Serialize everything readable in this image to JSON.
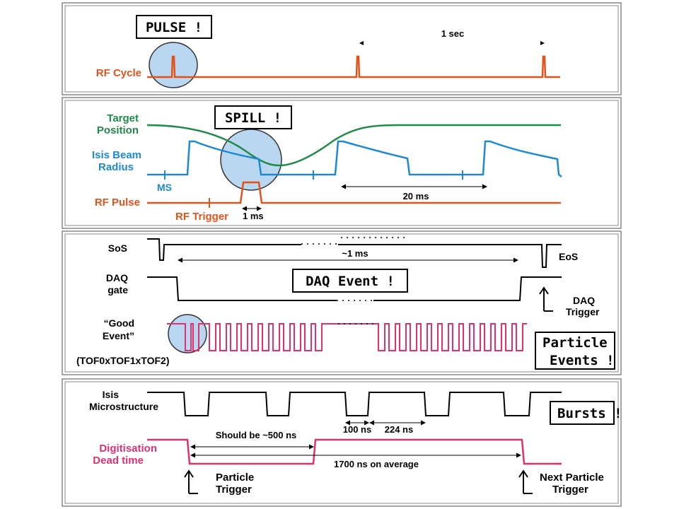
{
  "panel1": {
    "callout": "PULSE !",
    "rf_cycle_label": "RF Cycle",
    "period_label": "1 sec"
  },
  "panel2": {
    "callout": "SPILL !",
    "target_label_1": "Target",
    "target_label_2": "Position",
    "beam_label_1": "Isis Beam",
    "beam_label_2": "Radius",
    "ms_label": "MS",
    "rf_pulse_label": "RF Pulse",
    "rf_trigger_label": "RF Trigger",
    "width_label": "1 ms",
    "period_label": "20 ms"
  },
  "panel3": {
    "sos_label": "SoS",
    "eos_label": "EoS",
    "duration_label": "~1 ms",
    "daq_gate_1": "DAQ",
    "daq_gate_2": "gate",
    "daq_event_callout": "DAQ Event !",
    "daq_trigger_1": "DAQ",
    "daq_trigger_2": "Trigger",
    "good_event_1": "“Good",
    "good_event_2": "Event”",
    "tof_label": "(TOF0xTOF1xTOF2)",
    "particle_events_1": "Particle",
    "particle_events_2": "Events !"
  },
  "panel4": {
    "isis_micro_1": "Isis",
    "isis_micro_2": "Microstructure",
    "bursts_callout": "Bursts !",
    "gap_label_1": "100 ns",
    "gap_label_2": "224 ns",
    "should_be_label": "Should be ~500 ns",
    "average_label": "1700 ns on average",
    "digitisation_1": "Digitisation",
    "digitisation_2": "Dead time",
    "particle_trigger_1": "Particle",
    "particle_trigger_2": "Trigger",
    "next_trigger_1": "Next Particle",
    "next_trigger_2": "Trigger"
  },
  "colors": {
    "rf_orange": "#e2531b",
    "target_green": "#1f8a4a",
    "beam_blue": "#1d8ad0",
    "magenta": "#e0306f",
    "highlight_blue": "#b9d7f1",
    "border_gray": "#888888"
  }
}
